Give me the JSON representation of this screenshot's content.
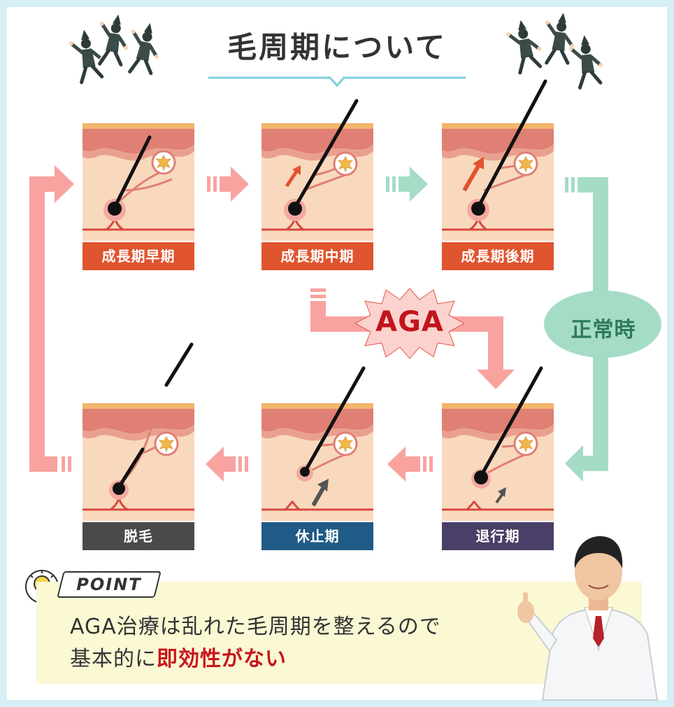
{
  "title": "毛周期について",
  "stages": [
    {
      "label": "成長期早期",
      "color": "#e0542f"
    },
    {
      "label": "成長期中期",
      "color": "#e0542f"
    },
    {
      "label": "成長期後期",
      "color": "#e0542f"
    },
    {
      "label": "退行期",
      "color": "#4a3f66"
    },
    {
      "label": "休止期",
      "color": "#1f5b86"
    },
    {
      "label": "脱毛",
      "color": "#4a4a4a"
    }
  ],
  "aga_label": "AGA",
  "normal_label": "正常時",
  "point": {
    "tag": "POINT",
    "line1": "AGA治療は乱れた毛周期を整えるので",
    "line2_prefix": "基本的に",
    "line2_highlight": "即効性がない"
  },
  "colors": {
    "pink_arrow": "#f8a3a0",
    "green_arrow": "#a5dcc6",
    "skin": "#f9d9bd",
    "frame": "#d6eff7",
    "accent_line": "#7fcfe0"
  },
  "icons": {
    "people": "running-people-icon",
    "bulb": "lightbulb-icon",
    "doctor": "doctor-icon"
  }
}
